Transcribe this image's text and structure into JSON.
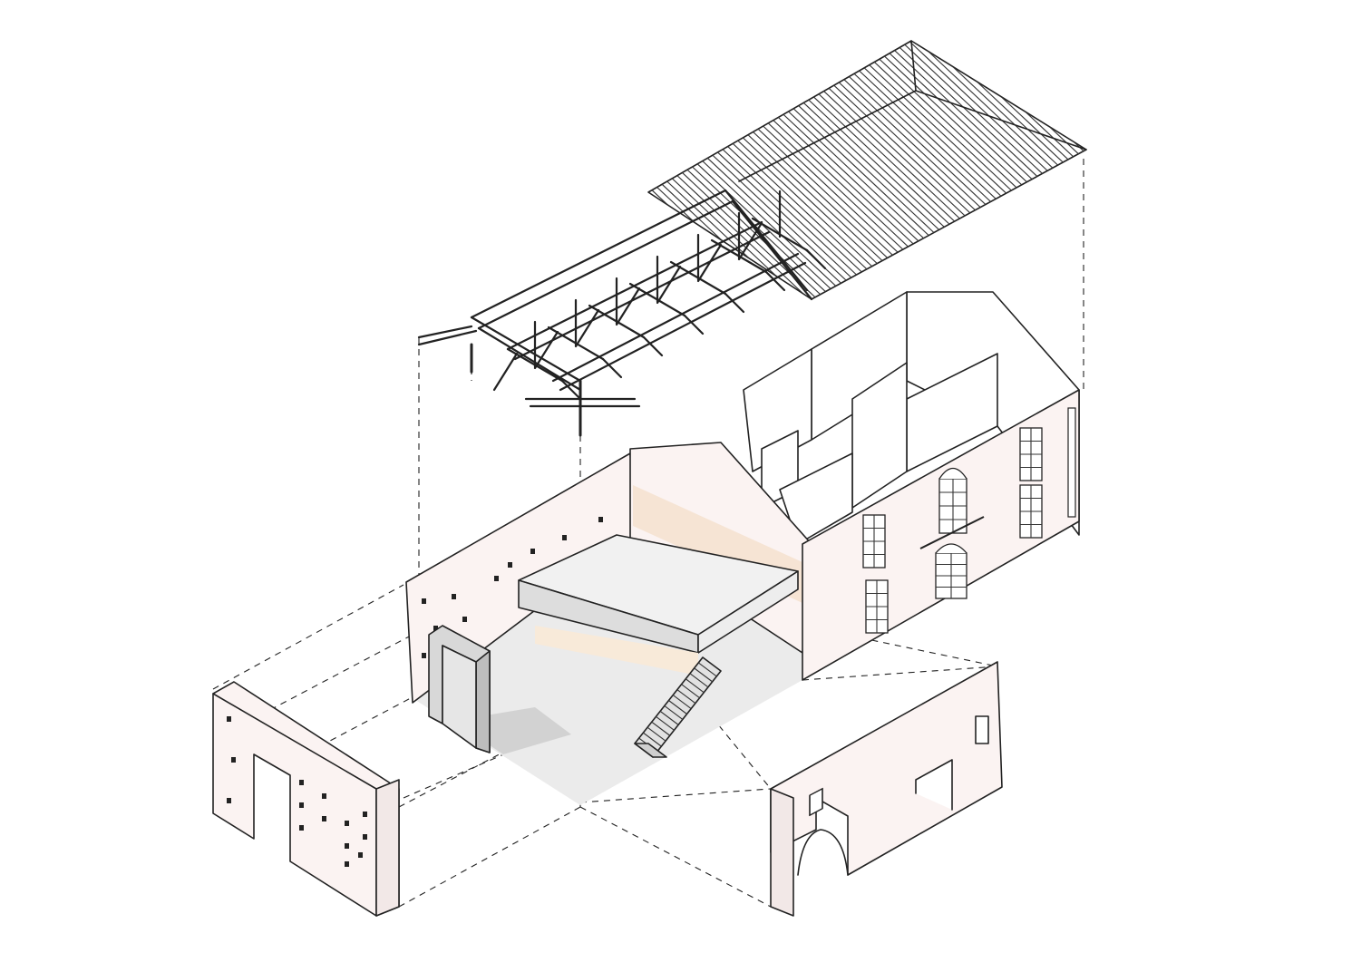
{
  "colors": {
    "background": "#ffffff",
    "line": "#222222",
    "wall_fill": "#fbf3f2",
    "floor_fill": "#ebebeb",
    "shadow_fill": "#d2d2d2",
    "accent_wall_fill": "#f6e4d4",
    "stair_fill": "#e2e2e2"
  },
  "components": [
    "hipped-roof-cladding",
    "timber-roof-truss",
    "upper-floor-rooms",
    "gable-end-wall",
    "mezzanine-platform",
    "staircase",
    "entrance-portal-frame",
    "front-wall-section",
    "rear-arched-wall-section",
    "classical-facade"
  ]
}
